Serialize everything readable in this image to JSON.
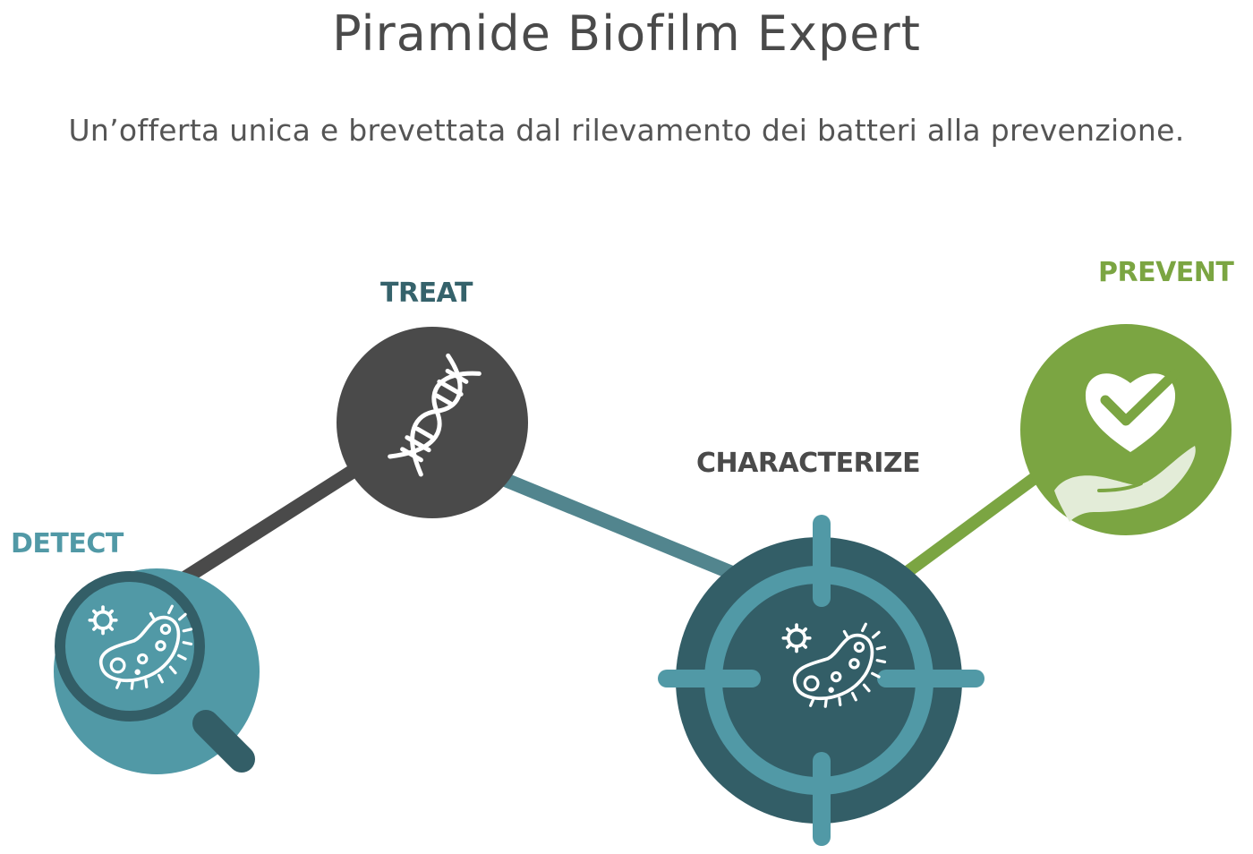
{
  "header": {
    "title": "Piramide Biofilm Expert",
    "subtitle": "Un’offerta unica e brevettata dal rilevamento dei batteri alla prevenzione."
  },
  "steps": [
    {
      "id": "detect",
      "label": "DETECT",
      "color": "#5199a6",
      "icon": "magnifier-bacteria-icon"
    },
    {
      "id": "treat",
      "label": "TREAT",
      "color": "#35626b",
      "icon": "dna-icon"
    },
    {
      "id": "characterize",
      "label": "CHARACTERIZE",
      "color": "#4a4a4a",
      "icon": "target-bacteria-icon"
    },
    {
      "id": "prevent",
      "label": "PREVENT",
      "color": "#7ba542",
      "icon": "heart-hand-icon"
    }
  ],
  "colors": {
    "dark_gray": "#4a4a4a",
    "teal": "#5199a6",
    "dark_teal": "#335e67",
    "green": "#7ba542",
    "light_green": "#e3ecd8"
  }
}
